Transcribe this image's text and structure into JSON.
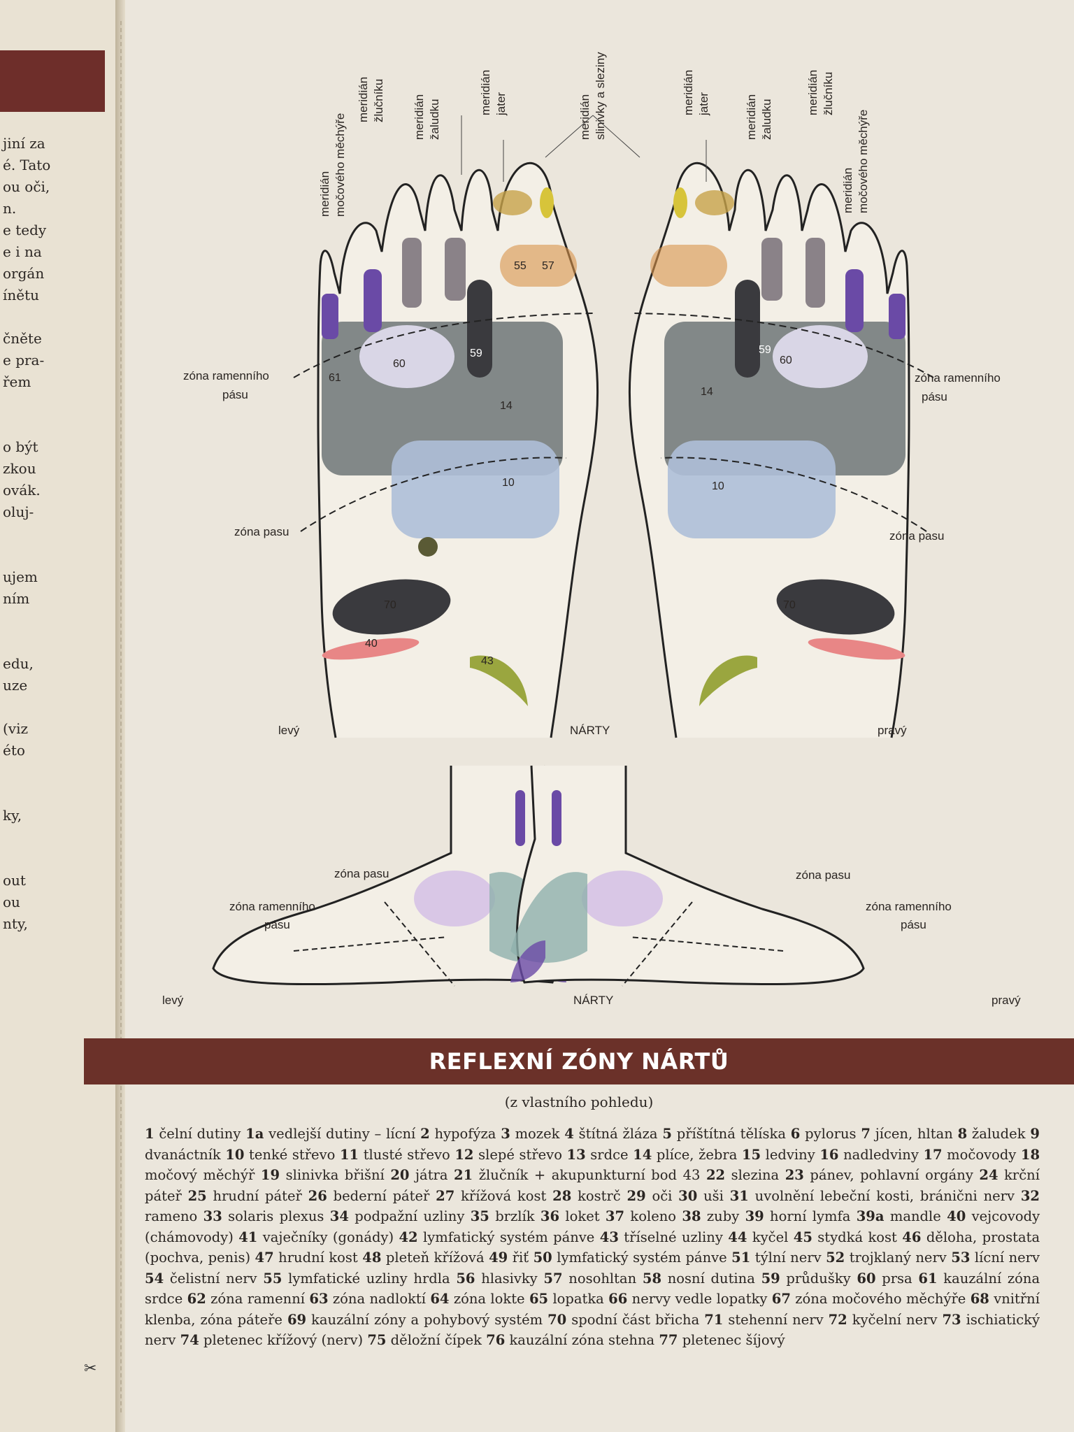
{
  "left_page_fragments": [
    "jiní za",
    "é. Tato",
    "ou oči,",
    "n.",
    "e tedy",
    "e i na",
    "orgán",
    "ínětu",
    "",
    "čněte",
    "e pra-",
    "řem",
    "",
    "",
    "o být",
    "zkou",
    "ovák.",
    "oluj-",
    "",
    "",
    "ujem",
    "ním",
    "",
    "",
    "edu,",
    "uze",
    "",
    "(viz",
    "éto",
    "",
    "",
    "ky,",
    "",
    "",
    "out",
    "ou",
    "nty,"
  ],
  "diagram_top": {
    "meridians": [
      "meridián močového měchýře",
      "meridián žlučníku",
      "meridián žaludku",
      "meridián jater",
      "meridián slinivky a sleziny"
    ],
    "meridian_lines": [
      [
        "meridián",
        "močového měchýře"
      ],
      [
        "meridián",
        "žlučníku"
      ],
      [
        "meridián",
        "žaludku"
      ],
      [
        "meridián",
        "jater"
      ],
      [
        "meridián",
        "slinivky a sleziny"
      ]
    ],
    "zone_shoulder_left": [
      "zóna ramenního",
      "pásu"
    ],
    "zone_shoulder_right": [
      "zóna ramenního",
      "pásu"
    ],
    "zone_waist": "zóna pasu",
    "side_left": "levý",
    "side_right": "pravý",
    "view_label": "NÁRTY"
  },
  "diagram_bottom": {
    "zone_waist": "zóna pasu",
    "zone_shoulder": [
      "zóna ramenního",
      "pásu"
    ],
    "side_left": "levý",
    "side_right": "pravý",
    "view_label": "NÁRTY"
  },
  "title": "REFLEXNÍ ZÓNY NÁRTŮ",
  "subtitle": "(z vlastního pohledu)",
  "legend": [
    {
      "n": "1",
      "t": "čelní dutiny"
    },
    {
      "n": "1a",
      "t": "vedlejší dutiny – lícní"
    },
    {
      "n": "2",
      "t": "hypofýza"
    },
    {
      "n": "3",
      "t": "mozek"
    },
    {
      "n": "4",
      "t": "štítná žláza"
    },
    {
      "n": "5",
      "t": "příštítná tělíska"
    },
    {
      "n": "6",
      "t": "pylorus"
    },
    {
      "n": "7",
      "t": "jícen, hltan"
    },
    {
      "n": "8",
      "t": "žaludek"
    },
    {
      "n": "9",
      "t": "dvanáctník"
    },
    {
      "n": "10",
      "t": "tenké střevo"
    },
    {
      "n": "11",
      "t": "tlusté střevo"
    },
    {
      "n": "12",
      "t": "slepé střevo"
    },
    {
      "n": "13",
      "t": "srdce"
    },
    {
      "n": "14",
      "t": "plíce, žebra"
    },
    {
      "n": "15",
      "t": "ledviny"
    },
    {
      "n": "16",
      "t": "nadledviny"
    },
    {
      "n": "17",
      "t": "močovody"
    },
    {
      "n": "18",
      "t": "močový měchýř"
    },
    {
      "n": "19",
      "t": "slinivka břišní"
    },
    {
      "n": "20",
      "t": "játra"
    },
    {
      "n": "21",
      "t": "žlučník + akupunkturní bod 43"
    },
    {
      "n": "22",
      "t": "slezina"
    },
    {
      "n": "23",
      "t": "pánev, pohlavní orgány"
    },
    {
      "n": "24",
      "t": "krční páteř"
    },
    {
      "n": "25",
      "t": "hrudní páteř"
    },
    {
      "n": "26",
      "t": "bederní páteř"
    },
    {
      "n": "27",
      "t": "křížová kost"
    },
    {
      "n": "28",
      "t": "kostrč"
    },
    {
      "n": "29",
      "t": "oči"
    },
    {
      "n": "30",
      "t": "uši"
    },
    {
      "n": "31",
      "t": "uvolnění lebeční kosti, bránični nerv"
    },
    {
      "n": "32",
      "t": "rameno"
    },
    {
      "n": "33",
      "t": "solaris plexus"
    },
    {
      "n": "34",
      "t": "podpažní uzliny"
    },
    {
      "n": "35",
      "t": "brzlík"
    },
    {
      "n": "36",
      "t": "loket"
    },
    {
      "n": "37",
      "t": "koleno"
    },
    {
      "n": "38",
      "t": "zuby"
    },
    {
      "n": "39",
      "t": "horní lymfa"
    },
    {
      "n": "39a",
      "t": "mandle"
    },
    {
      "n": "40",
      "t": "vejcovody (chámovody)"
    },
    {
      "n": "41",
      "t": "vaječníky (gonády)"
    },
    {
      "n": "42",
      "t": "lymfatický systém pánve"
    },
    {
      "n": "43",
      "t": "tříselné uzliny"
    },
    {
      "n": "44",
      "t": "kyčel"
    },
    {
      "n": "45",
      "t": "stydká kost"
    },
    {
      "n": "46",
      "t": "děloha, prostata (pochva, penis)"
    },
    {
      "n": "47",
      "t": "hrudní kost"
    },
    {
      "n": "48",
      "t": "pleteň křížová"
    },
    {
      "n": "49",
      "t": "řiť"
    },
    {
      "n": "50",
      "t": "lymfatický systém pánve"
    },
    {
      "n": "51",
      "t": "týlní nerv"
    },
    {
      "n": "52",
      "t": "trojklaný nerv"
    },
    {
      "n": "53",
      "t": "lícní nerv"
    },
    {
      "n": "54",
      "t": "čelistní nerv"
    },
    {
      "n": "55",
      "t": "lymfatické uzliny hrdla"
    },
    {
      "n": "56",
      "t": "hlasivky"
    },
    {
      "n": "57",
      "t": "nosohltan"
    },
    {
      "n": "58",
      "t": "nosní dutina"
    },
    {
      "n": "59",
      "t": "průdušky"
    },
    {
      "n": "60",
      "t": "prsa"
    },
    {
      "n": "61",
      "t": "kauzální zóna srdce"
    },
    {
      "n": "62",
      "t": "zóna ramenní"
    },
    {
      "n": "63",
      "t": "zóna nadloktí"
    },
    {
      "n": "64",
      "t": "zóna lokte"
    },
    {
      "n": "65",
      "t": "lopatka"
    },
    {
      "n": "66",
      "t": "nervy vedle lopatky"
    },
    {
      "n": "67",
      "t": "zóna močového měchýře"
    },
    {
      "n": "68",
      "t": "vnitřní klenba, zóna páteře"
    },
    {
      "n": "69",
      "t": "kauzální zóny a pohybový systém"
    },
    {
      "n": "70",
      "t": "spodní část břicha"
    },
    {
      "n": "71",
      "t": "stehenní nerv"
    },
    {
      "n": "72",
      "t": "kyčelní nerv"
    },
    {
      "n": "73",
      "t": "ischiatický nerv"
    },
    {
      "n": "74",
      "t": "pletenec křížový (nerv)"
    },
    {
      "n": "75",
      "t": "děložní čípek"
    },
    {
      "n": "76",
      "t": "kauzální zóna stehna"
    },
    {
      "n": "77",
      "t": "pletenec šíjový"
    }
  ],
  "colors": {
    "band": "#6b3129",
    "gray": "#6d7577",
    "blue": "#aebfd8",
    "violet": "#6a4aa6",
    "orange": "#d9924a",
    "yellow": "#d7c43a",
    "olive": "#9aa63f",
    "pink": "#e88686",
    "dark": "#3a3a3e",
    "lavender": "#d9c7e6",
    "teal": "#8fb0ad"
  }
}
